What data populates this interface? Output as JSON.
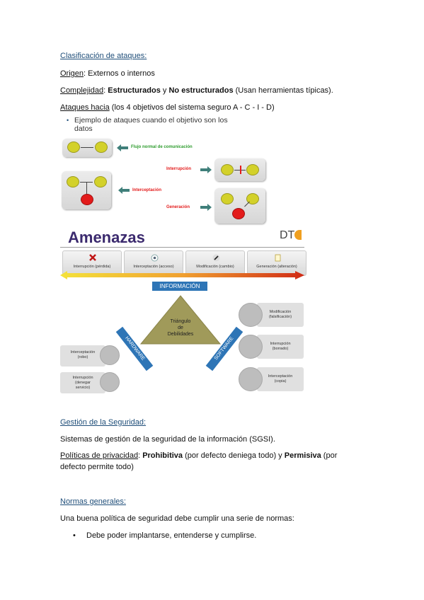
{
  "sections": {
    "clasificacion_heading": "Clasificación de ataques:",
    "origen_label": "Origen",
    "origen_text": ": Externos o internos",
    "complejidad_label": "Complejidad",
    "complejidad_sep": ": ",
    "complejidad_b1": "Estructurados",
    "complejidad_and": " y ",
    "complejidad_b2": "No estructurados",
    "complejidad_rest": " (Usan herramientas típicas).",
    "ataques_label": "Ataques hacia",
    "ataques_text": " (los 4 objetivos del sistema seguro A - C - I - D)",
    "gestion_heading": "Gestión de la Seguridad:",
    "sgsi_text": "Sistemas de gestión de la seguridad de la información (SGSI).",
    "politicas_label": "Políticas de privacidad",
    "politicas_sep": ": ",
    "politicas_b1": "Prohibitiva",
    "politicas_mid": " (por defecto deniega todo) y ",
    "politicas_b2": "Permisiva",
    "politicas_rest": " (por",
    "politicas_line2": "defecto permite todo)",
    "normas_heading": "Normas generales:",
    "normas_text": "Una buena política de seguridad debe cumplir una serie de normas:",
    "bullet_1": "Debe poder implantarse, entenderse y cumplirse."
  },
  "figure1": {
    "bullet_line1": "Ejemplo de ataques cuando el objetivo son los",
    "bullet_line2": "datos",
    "flujo": "Flujo normal de comunicación",
    "interrupcion": "Interrupción",
    "interceptacion": "Interceptación",
    "generacion": "Generación",
    "colors": {
      "green": "#2e9c2e",
      "red": "#e31b1b",
      "arrow": "#3f7f7a"
    }
  },
  "figure2": {
    "title": "Amenazas",
    "logo": "DT",
    "tabs": [
      "Interrupción (pérdida)",
      "Interceptación (acceso)",
      "Modificación (cambio)",
      "Generación (alteración)"
    ],
    "informacion": "INFORMACIÓN",
    "hardware": "HARDWARE",
    "software": "SOFTWARE",
    "triangle_l1": "Triángulo",
    "triangle_l2": "de",
    "triangle_l3": "Debilidades",
    "left_items": [
      {
        "l1": "Interceptación",
        "l2": "(robo)",
        "l3": ""
      },
      {
        "l1": "Interrupción",
        "l2": "(denegar",
        "l3": "servicio)"
      }
    ],
    "right_items": [
      {
        "l1": "Modificación",
        "l2": "(falsificación)"
      },
      {
        "l1": "Interrupción",
        "l2": "(borrado)"
      },
      {
        "l1": "Interceptación",
        "l2": "(copia)"
      }
    ],
    "colors": {
      "title": "#3b2a6e",
      "blue": "#2e75b6",
      "triangle": "#a09a5a"
    }
  }
}
